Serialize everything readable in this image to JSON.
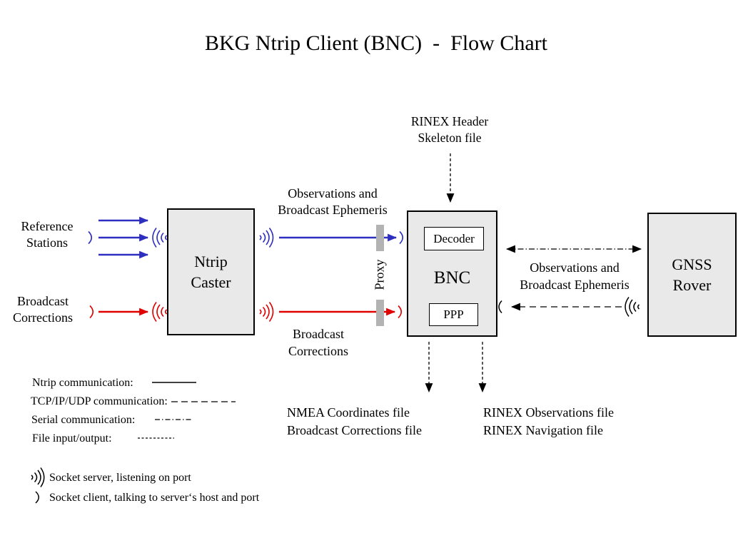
{
  "title": "BKG Ntrip Client (BNC)  -  Flow Chart",
  "boxes": {
    "ntrip_caster": {
      "lines": [
        "Ntrip",
        "Caster"
      ]
    },
    "bnc": {
      "label": "BNC",
      "decoder": "Decoder",
      "ppp": "PPP"
    },
    "gnss_rover": {
      "lines": [
        "GNSS",
        "Rover"
      ]
    }
  },
  "labels": {
    "reference_stations": [
      "Reference",
      "Stations"
    ],
    "broadcast_corrections_input": [
      "Broadcast",
      "Corrections"
    ],
    "observations_ephemeris_caster": [
      "Observations and",
      "Broadcast Ephemeris"
    ],
    "broadcast_corrections_stream": [
      "Broadcast",
      "Corrections"
    ],
    "rinex_header_skeleton": [
      "RINEX Header",
      "Skeleton file"
    ],
    "observations_ephemeris_rover": [
      "Observations and",
      "Broadcast Ephemeris"
    ],
    "proxy": "Proxy",
    "nmea_outputs": [
      "NMEA Coordinates file",
      "Broadcast Corrections file"
    ],
    "rinex_outputs": [
      "RINEX Observations file",
      "RINEX Navigation file"
    ]
  },
  "legend": {
    "ntrip": "Ntrip communication:",
    "tcp": "TCP/IP/UDP communication:",
    "serial": "Serial communication:",
    "file_io": "File input/output:",
    "socket_server": "Socket server, listening on port",
    "socket_client": "Socket client, talking to server‘s host and port"
  },
  "colors": {
    "blue": "#2e2ec0",
    "red": "#e00000",
    "ink": "#000000",
    "box_fill": "#e9e9e9",
    "subbox_fill": "#ffffff",
    "proxy_bar": "#b3b3b3"
  }
}
